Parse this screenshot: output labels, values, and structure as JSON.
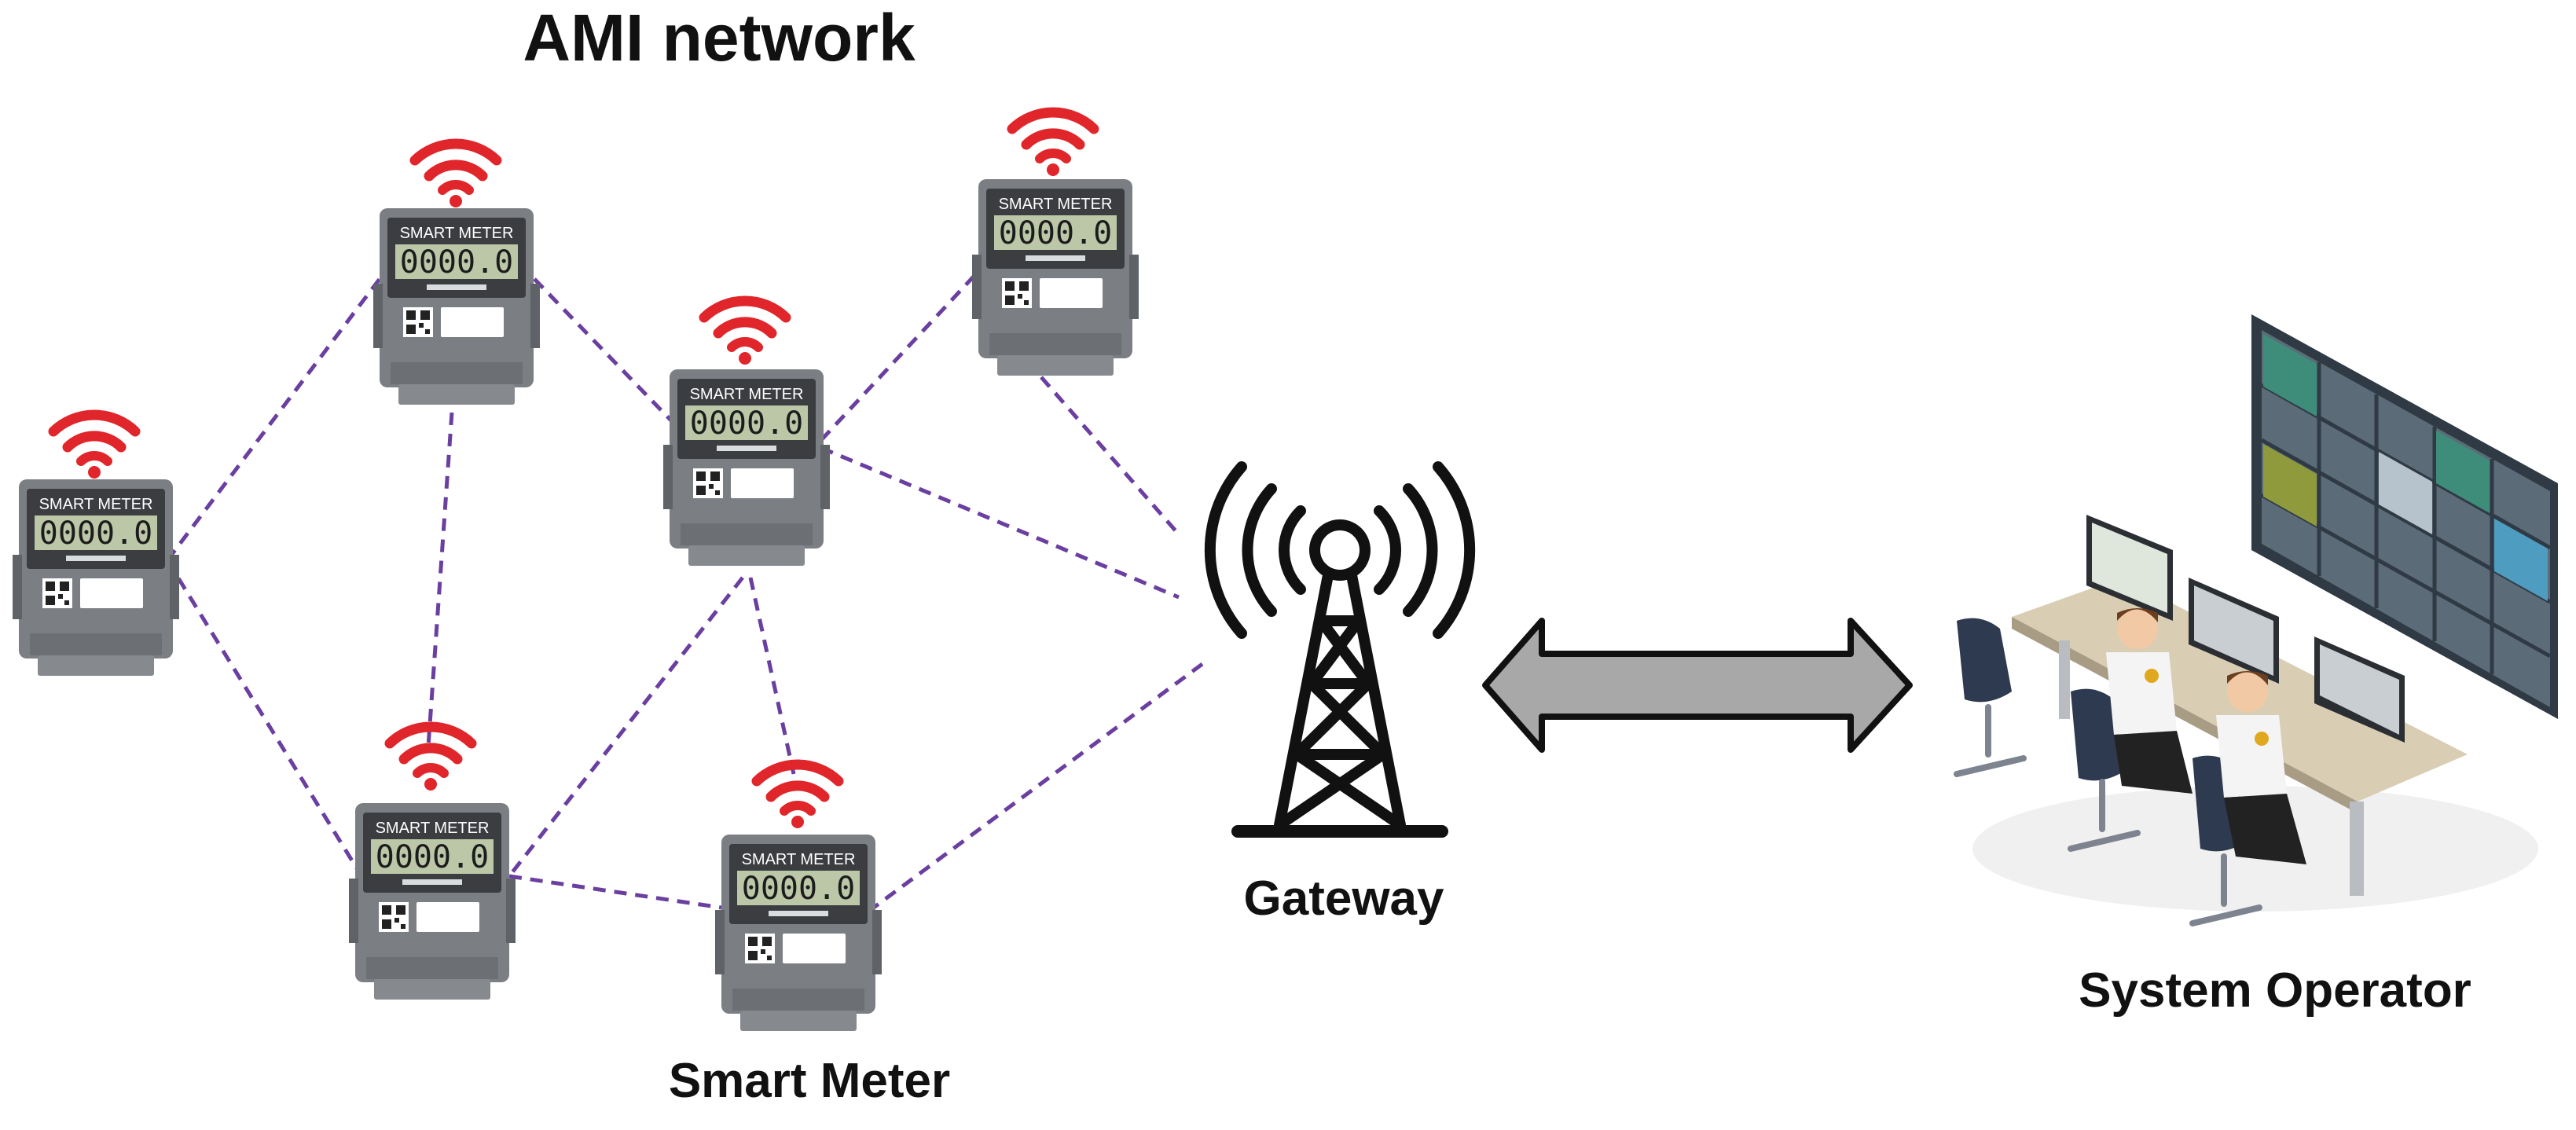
{
  "title": "AMI network",
  "meter_text": {
    "brand": "SMART METER",
    "reading": "0000.0"
  },
  "labels": {
    "gateway": "Gateway",
    "system_operator": "System Operator",
    "smart_meter": "Smart Meter"
  },
  "colors": {
    "link": "#6a3fa0",
    "wifi": "#e0262b",
    "meter_body": "#7b7f84",
    "display": "#bcc7a8",
    "arrow_fill": "#a8a8a8"
  },
  "icons": {
    "meter": "smart-meter-icon",
    "signal": "wifi-signal-icon",
    "tower": "radio-tower-icon",
    "arrow": "double-arrow-icon",
    "control_room": "control-room-illustration"
  }
}
